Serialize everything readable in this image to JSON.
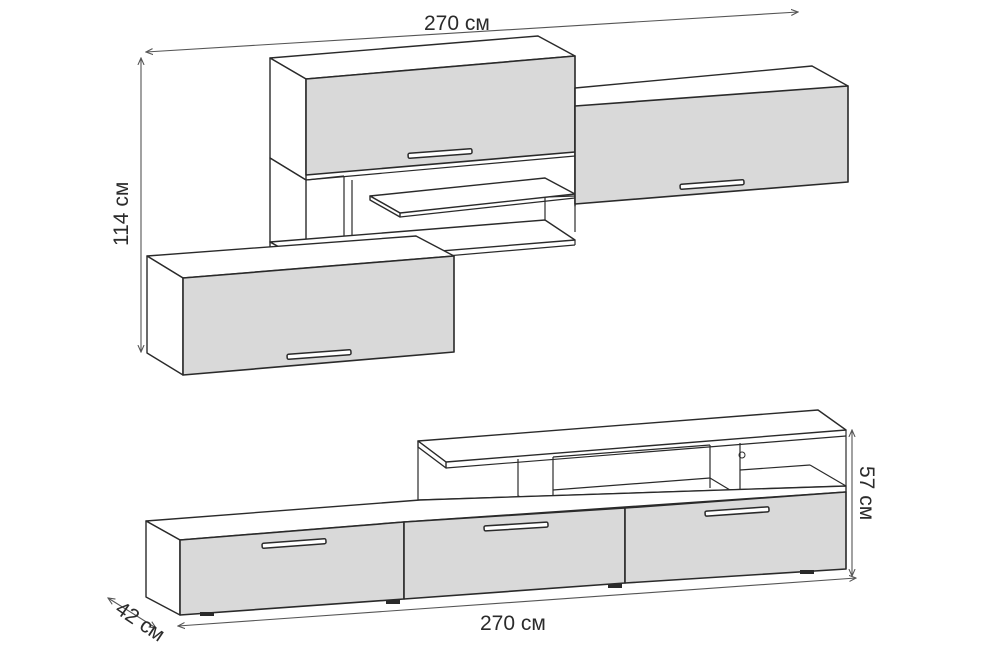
{
  "dimensions": {
    "wall_width": "270 см",
    "wall_height": "114 см",
    "base_width": "270 см",
    "base_depth": "42 см",
    "base_height": "57 см"
  },
  "colors": {
    "door_fill": "#d9d9d9",
    "line": "#2a2a2a",
    "dimension_line": "#555555"
  }
}
